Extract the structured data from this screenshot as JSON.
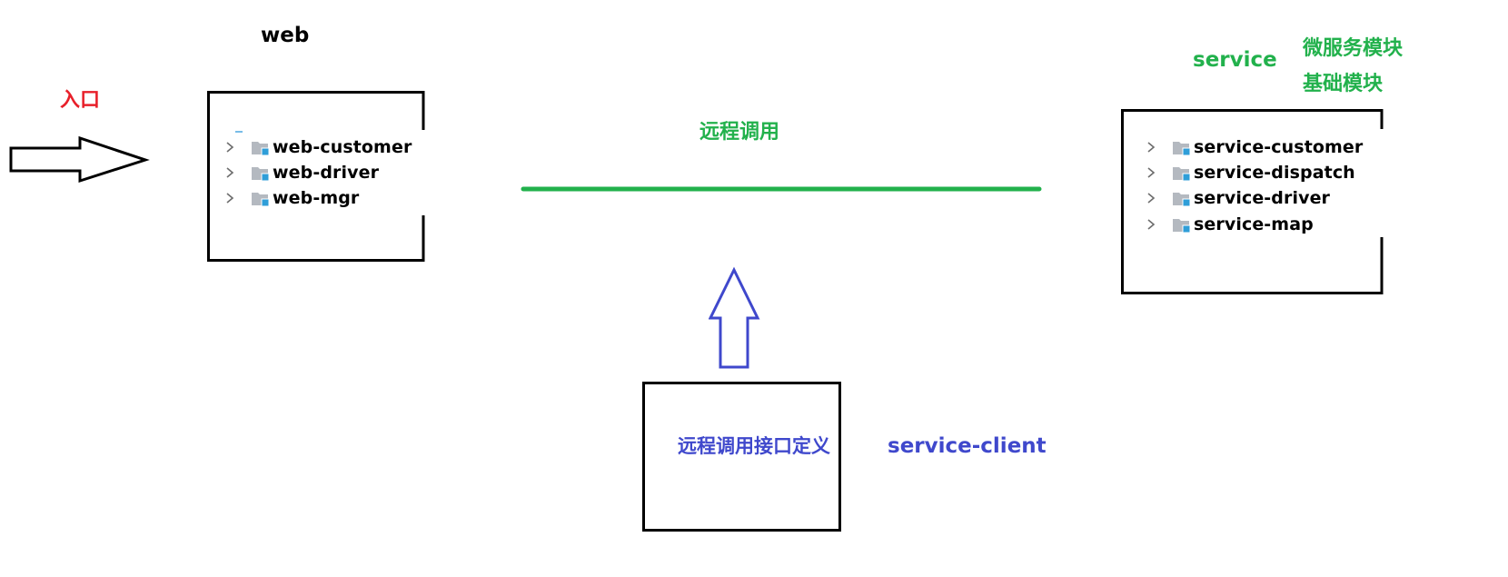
{
  "web": {
    "title": "web",
    "items": [
      "web-customer",
      "web-driver",
      "web-mgr"
    ]
  },
  "entry": {
    "label": "入口",
    "color": "#e8202a"
  },
  "remote_call": {
    "label": "远程调用",
    "color": "#22b14c"
  },
  "service": {
    "title": "service",
    "note_line1": "微服务模块",
    "note_line2": "基础模块",
    "color": "#22b14c",
    "items": [
      "service-customer",
      "service-dispatch",
      "service-driver",
      "service-map"
    ]
  },
  "client": {
    "box_label": "远程调用接口定义",
    "name": "service-client",
    "color": "#3f48cc"
  },
  "icons": {
    "expand": "chevron-right-icon",
    "module": "module-folder-icon"
  }
}
